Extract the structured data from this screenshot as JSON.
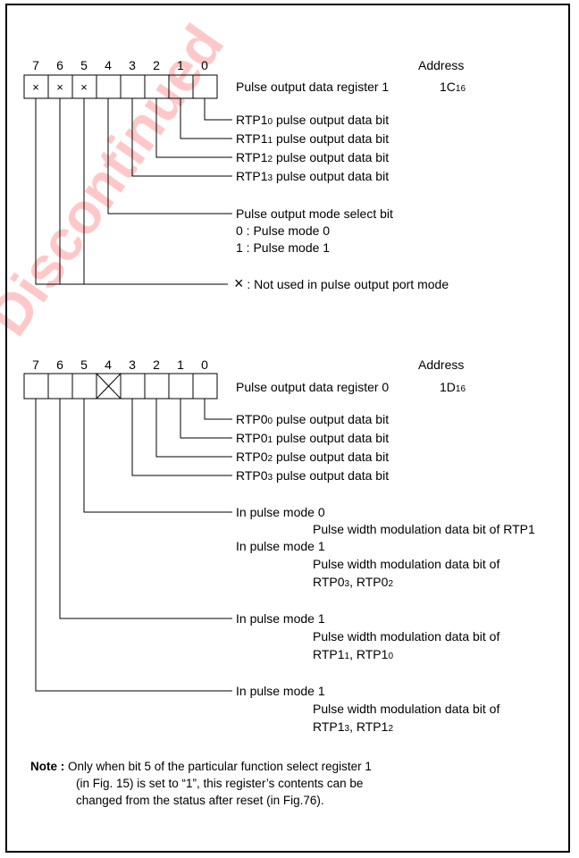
{
  "watermark": "Discontinued",
  "diagram1": {
    "bits": [
      "7",
      "6",
      "5",
      "4",
      "3",
      "2",
      "1",
      "0"
    ],
    "cells": [
      "×",
      "×",
      "×",
      "",
      "",
      "",
      "",
      ""
    ],
    "address_label": "Address",
    "register_name": "Pulse output data register 1",
    "register_address": "1C",
    "register_address_sub": "16",
    "items": [
      {
        "pre": "RTP1",
        "sub": "0",
        "post": " pulse output data bit"
      },
      {
        "pre": "RTP1",
        "sub": "1",
        "post": " pulse output data bit"
      },
      {
        "pre": "RTP1",
        "sub": "2",
        "post": " pulse output data bit"
      },
      {
        "pre": "RTP1",
        "sub": "3",
        "post": " pulse output data bit"
      }
    ],
    "mode_select": {
      "title": "Pulse output mode select bit",
      "opt0": "0 : Pulse mode 0",
      "opt1": "1 : Pulse mode 1"
    },
    "not_used_symbol": "×",
    "not_used": " : Not used in pulse output port mode"
  },
  "diagram2": {
    "bits": [
      "7",
      "6",
      "5",
      "4",
      "3",
      "2",
      "1",
      "0"
    ],
    "address_label": "Address",
    "register_name": "Pulse output data register 0",
    "register_address": "1D",
    "register_address_sub": "16",
    "items": [
      {
        "pre": "RTP0",
        "sub": "0",
        "post": " pulse output data bit"
      },
      {
        "pre": "RTP0",
        "sub": "1",
        "post": " pulse output data bit"
      },
      {
        "pre": "RTP0",
        "sub": "2",
        "post": " pulse output data bit"
      },
      {
        "pre": "RTP0",
        "sub": "3",
        "post": " pulse output data bit"
      }
    ],
    "bit5": {
      "mode0": "In pulse mode 0",
      "mode0_desc": "Pulse width modulation data bit of RTP1",
      "mode1": "In pulse mode 1",
      "mode1_desc": "Pulse width modulation data bit of",
      "mode1_regs": {
        "a": "RTP0",
        "a_sub": "3",
        "sep": ", ",
        "b": "RTP0",
        "b_sub": "2"
      }
    },
    "bit6": {
      "mode1": "In pulse mode 1",
      "mode1_desc": "Pulse width modulation data bit of",
      "mode1_regs": {
        "a": "RTP1",
        "a_sub": "1",
        "sep": ", ",
        "b": "RTP1",
        "b_sub": "0"
      }
    },
    "bit7": {
      "mode1": "In pulse mode 1",
      "mode1_desc": "Pulse width modulation data bit of",
      "mode1_regs": {
        "a": "RTP1",
        "a_sub": "3",
        "sep": ", ",
        "b": "RTP1",
        "b_sub": "2"
      }
    }
  },
  "note": {
    "label": "Note :",
    "line1": " Only when bit 5 of the particular function select register 1",
    "line2": "(in Fig. 15) is set to “1”, this register’s contents can be",
    "line3": "changed from the status after reset (in Fig.76)."
  }
}
